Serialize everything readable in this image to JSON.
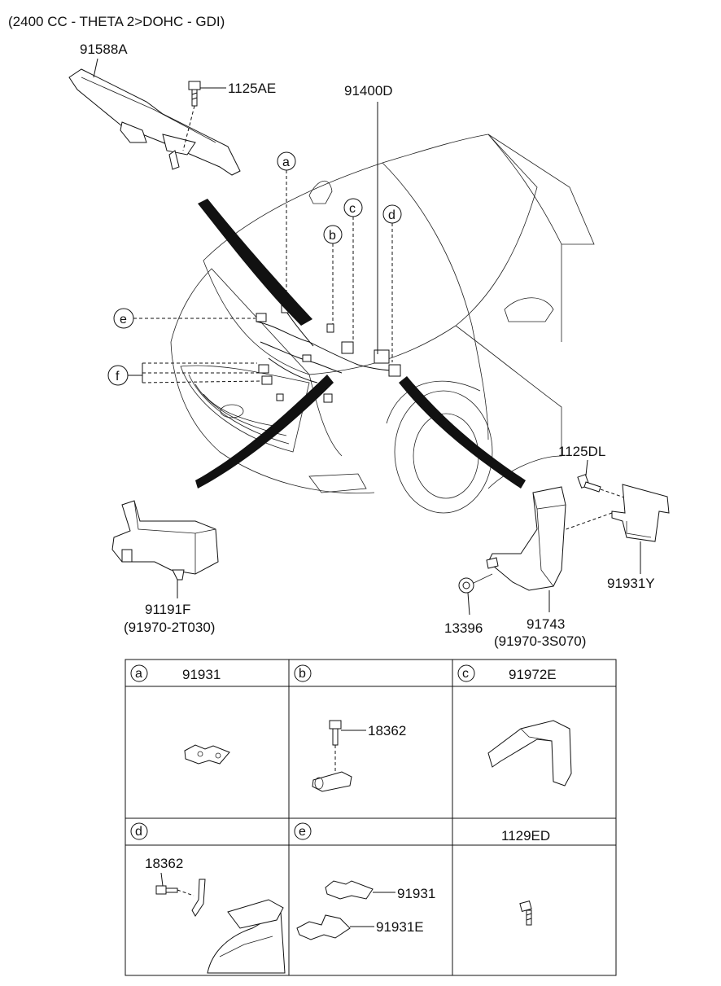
{
  "header": {
    "engine_spec": "(2400 CC - THETA 2>DOHC - GDI)"
  },
  "callouts": {
    "p91588A": "91588A",
    "p1125AE": "1125AE",
    "p91400D": "91400D",
    "p1125DL": "1125DL",
    "p91931Y": "91931Y",
    "p91191F": "91191F",
    "p91191F_sub": "(91970-2T030)",
    "p13396": "13396",
    "p91743": "91743",
    "p91743_sub": "(91970-3S070)"
  },
  "markers": {
    "a": "a",
    "b": "b",
    "c": "c",
    "d": "d",
    "e": "e",
    "f": "f"
  },
  "detail_table": {
    "cells": [
      {
        "letter": "a",
        "title": "91931",
        "parts": []
      },
      {
        "letter": "b",
        "title": "",
        "parts": [
          "18362"
        ]
      },
      {
        "letter": "c",
        "title": "91972E",
        "parts": []
      },
      {
        "letter": "d",
        "title": "",
        "parts": [
          "18362"
        ]
      },
      {
        "letter": "e",
        "title": "",
        "parts": [
          "91931",
          "91931E"
        ]
      },
      {
        "letter": "",
        "title": "1129ED",
        "parts": []
      }
    ]
  }
}
